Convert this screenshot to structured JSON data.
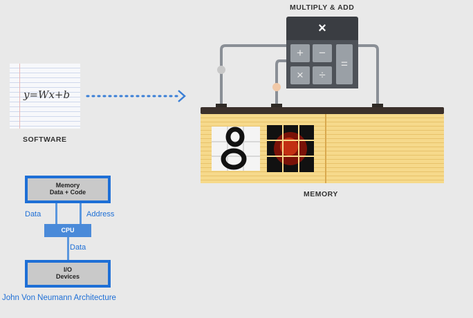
{
  "software": {
    "formula": "y=Wx+b",
    "label": "SOFTWARE"
  },
  "memory": {
    "label": "MEMORY"
  },
  "mac": {
    "title": "MULTIPLY & ADD",
    "top_symbol": "×",
    "keys": [
      "+",
      "−",
      "×",
      "÷"
    ],
    "equals": "="
  },
  "von_neumann": {
    "memory_box": "Memory\nData + Code",
    "cpu": "CPU",
    "io_box": "I/O\nDevices",
    "label_data_left": "Data",
    "label_address": "Address",
    "label_data_bottom": "Data",
    "caption": "John Von Neumann Architecture"
  },
  "colors": {
    "accent": "#1e6fd6",
    "arrow": "#3a7fd6",
    "memory_wood": "#f6d98b"
  }
}
